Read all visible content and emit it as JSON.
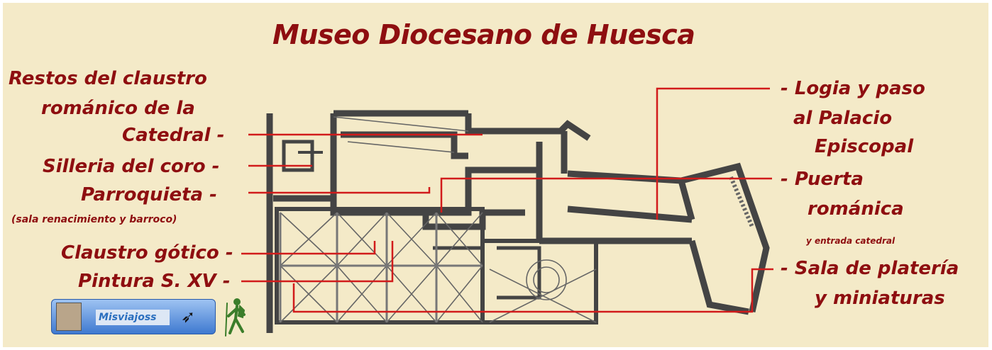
{
  "title": "Museo Diocesano de Huesca",
  "labels": {
    "restos_l1": "Restos del claustro",
    "restos_l2": "románico de la",
    "catedral": "Catedral -",
    "silleria": "Silleria del coro -",
    "parroquieta": "Parroquieta -",
    "sala_renac": "(sala renacimiento y barroco)",
    "claustro_gotico": "Claustro gótico -",
    "pintura": "Pintura S. XV -",
    "logia_l1": "- Logia y paso",
    "logia_l2": "al Palacio",
    "logia_l3": "Episcopal",
    "puerta_l1": "- Puerta",
    "puerta_l2": "románica",
    "entrada": "y  entrada catedral",
    "plateria_l1": "- Sala de platería",
    "plateria_l2": "y miniaturas"
  },
  "badge": {
    "name": "Misviajoss"
  },
  "icons": {
    "avatar": "avatar-photo",
    "bird": "bird-icon",
    "hiker": "hiker-icon"
  },
  "colors": {
    "background": "#f4eac8",
    "label": "#8e0e10",
    "leader_line": "#d11b1b",
    "wall": "#444444"
  }
}
